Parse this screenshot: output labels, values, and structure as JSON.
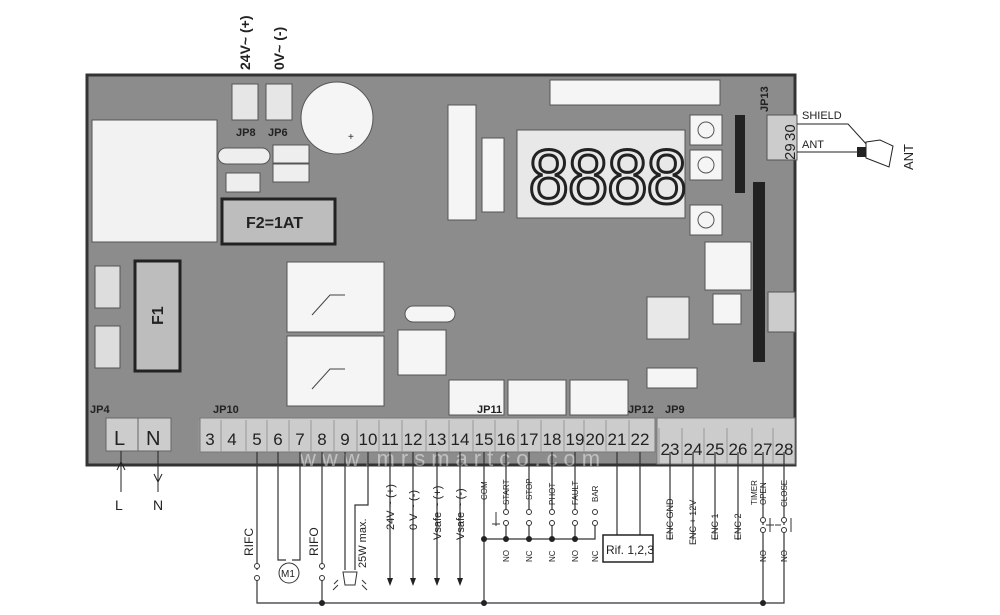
{
  "top_labels": {
    "jp8_voltage": "24V~ (+)",
    "jp6_voltage": "0V~ (-)"
  },
  "jumpers": {
    "jp8": "JP8",
    "jp6": "JP6",
    "jp13": "JP13",
    "jp4": "JP4",
    "jp10": "JP10",
    "jp11": "JP11",
    "jp12": "JP12",
    "jp9": "JP9"
  },
  "fuses": {
    "f2": "F2=1AT",
    "f1": "F1"
  },
  "display": {
    "digits": "8888"
  },
  "antenna": {
    "t29": "29",
    "t30": "30",
    "shield": "SHIELD",
    "ant": "ANT",
    "ant_symbol": "ANT"
  },
  "power": {
    "l": "L",
    "n": "N",
    "l_wire": "L",
    "n_wire": "N"
  },
  "terminals_jp10": [
    "3",
    "4",
    "5",
    "6",
    "7",
    "8",
    "9",
    "10",
    "11",
    "12",
    "13",
    "14",
    "15",
    "16",
    "17",
    "18",
    "19",
    "20",
    "21",
    "22"
  ],
  "terminals_jp9": [
    "23",
    "24",
    "25",
    "26",
    "27",
    "28"
  ],
  "watermark": "www.mrsmartco.com",
  "wire_labels": {
    "rifc": "RIFC",
    "motor": "M1",
    "rifo": "RIFO",
    "lamp": "25W max.",
    "t11": "24V ~ (+)",
    "t12": "0 V ~ (-)",
    "t13": "Vsafe ~ (+)",
    "t14": "Vsafe ~ (-)",
    "com": "COM",
    "start": "START",
    "stop": "STOP",
    "phot": "PHOT",
    "fault": "FAULT",
    "bar": "BAR",
    "rif": "Rif. 1,2,3",
    "enc_gnd": "ENC GND",
    "enc_12v": "ENC + 12V",
    "enc1": "ENC 1",
    "enc2": "ENC 2",
    "timer": "TIMER",
    "open": "OPEN",
    "close": "CLOSE"
  },
  "contact_types": [
    "NO",
    "NC",
    "NC",
    "NO",
    "NC"
  ],
  "contact_types_right": [
    "NO",
    "NO"
  ]
}
